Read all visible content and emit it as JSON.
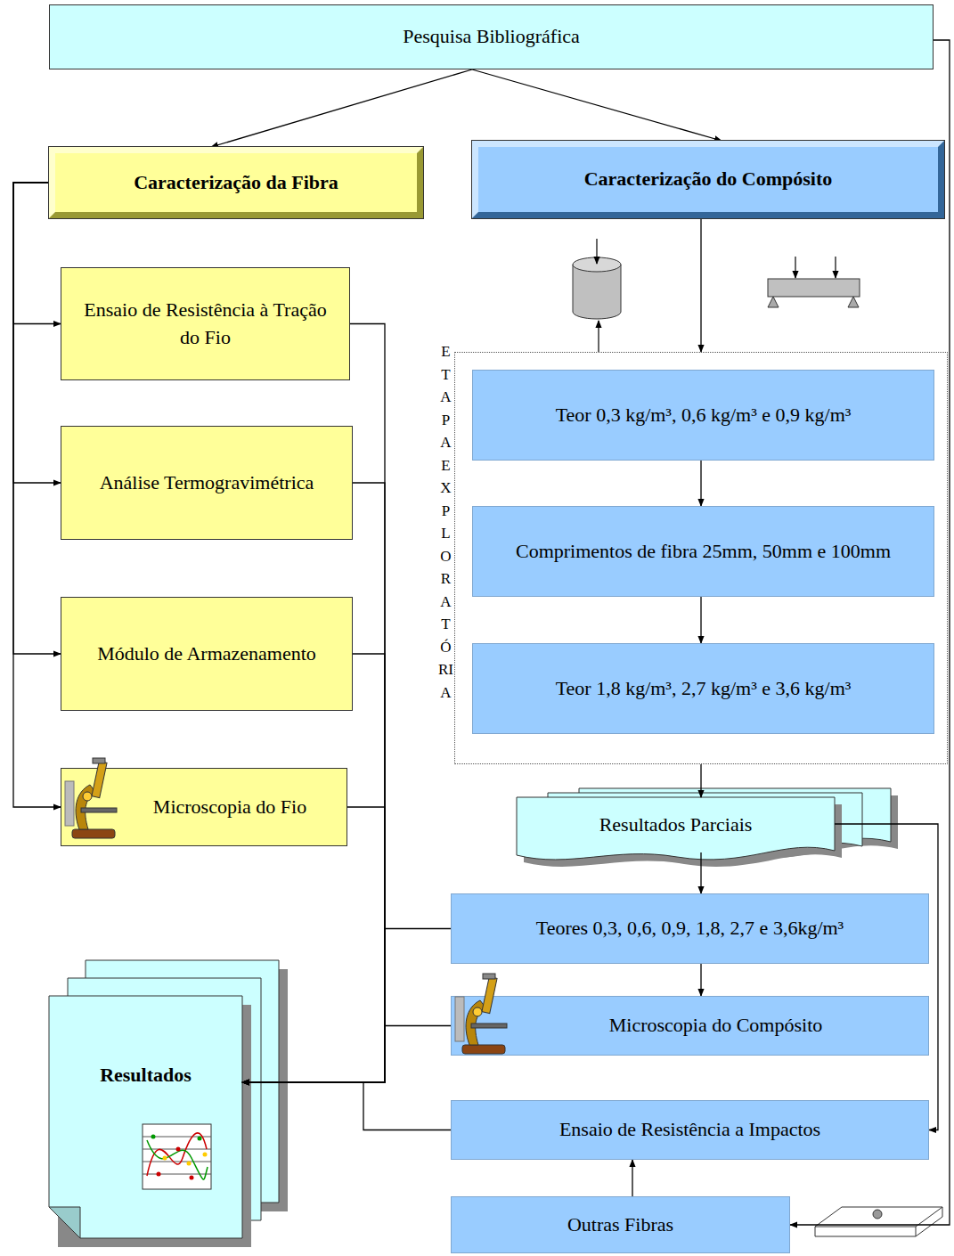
{
  "diagram": {
    "nodes": [
      {
        "text": [
          "Pesquisa Bibliográfica"
        ]
      },
      {
        "text": [
          "Caracterização da Fibra"
        ]
      },
      {
        "text": [
          "Caracterização do Compósito"
        ]
      },
      {
        "text": [
          "ETAPA EXPLORATÓRIA"
        ]
      },
      {
        "text": [
          "Ensaio de Resistência à Tração do Fio"
        ]
      },
      {
        "text": [
          "Análise Termogravimétrica"
        ]
      },
      {
        "text": [
          "Módulo de Armazenamento"
        ]
      },
      {
        "text": [
          "Microscopia do Fio"
        ]
      },
      {
        "text": [
          "Teor 0,3 kg/m³, 0,6 kg/m³ e 0,9 kg/m³"
        ],
        "in": 3
      },
      {
        "text": [
          "Comprimentos de fibra 25mm, 50mm e 100mm"
        ],
        "in": 3
      },
      {
        "text": [
          "Teor 1,8 kg/m³, 2,7 kg/m³ e 3,6 kg/m³"
        ],
        "in": 3
      },
      {
        "text": [
          "Resultados Parciais"
        ]
      },
      {
        "text": [
          "Teores 0,3, 0,6, 0,9, 1,8, 2,7 e 3,6kg/m³"
        ]
      },
      {
        "text": [
          "Microscopia do Compósito"
        ]
      },
      {
        "text": [
          "Resultados"
        ]
      },
      {
        "text": [
          "Ensaio de Resistência a Impactos"
        ]
      },
      {
        "text": [
          "Outras Fibras"
        ]
      }
    ],
    "edges": [
      {
        "from": 0,
        "to": 1,
        "arrow": "to"
      },
      {
        "from": 0,
        "to": 2,
        "arrow": "to"
      },
      {
        "from": 1,
        "to": 4,
        "arrow": "to"
      },
      {
        "from": 1,
        "to": 5,
        "arrow": "to"
      },
      {
        "from": 1,
        "to": 6,
        "arrow": "to"
      },
      {
        "from": 1,
        "to": 7,
        "arrow": "to"
      },
      {
        "from": 2,
        "to": 3,
        "arrow": "to"
      },
      {
        "from": 8,
        "to": 9,
        "arrow": "to"
      },
      {
        "from": 9,
        "to": 10,
        "arrow": "to"
      },
      {
        "from": 3,
        "to": 11,
        "arrow": "to"
      },
      {
        "from": 11,
        "to": 12,
        "arrow": "to"
      },
      {
        "from": 12,
        "to": 13,
        "arrow": "to"
      },
      {
        "from": 4,
        "to": 14,
        "arrow": "to"
      },
      {
        "from": 5,
        "to": 14,
        "arrow": "to"
      },
      {
        "from": 6,
        "to": 14,
        "arrow": "to"
      },
      {
        "from": 7,
        "to": 14,
        "arrow": "to"
      },
      {
        "from": 12,
        "to": 14,
        "arrow": "to"
      },
      {
        "from": 13,
        "to": 14,
        "arrow": "to"
      },
      {
        "from": 15,
        "to": 14,
        "arrow": "to"
      },
      {
        "from": 11,
        "to": 15,
        "arrow": "to"
      },
      {
        "from": 16,
        "to": 15,
        "arrow": "to"
      },
      {
        "from": 0,
        "to": 16,
        "arrow": "to"
      }
    ]
  }
}
